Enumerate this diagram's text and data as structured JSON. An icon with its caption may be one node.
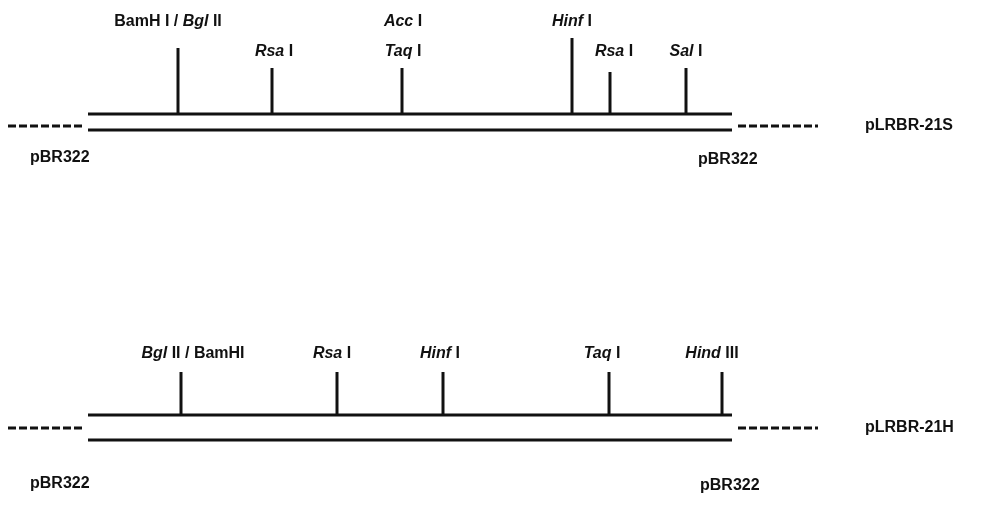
{
  "diagram": {
    "labels": [
      "BamH I / *Bgl* II",
      "*Acc* I",
      "*Hinf* I",
      "*Rsa* I",
      "*Taq* I",
      "*Rsa* I",
      "*Sal* I",
      "pLRBR-21S",
      "pBR322",
      "pBR322",
      "*Bgl* II / BamHI",
      "*Rsa* I",
      "*Hinf* I",
      "*Taq* I",
      "*Hind* III",
      "pLRBR-21H",
      "pBR322",
      "pBR322"
    ]
  }
}
